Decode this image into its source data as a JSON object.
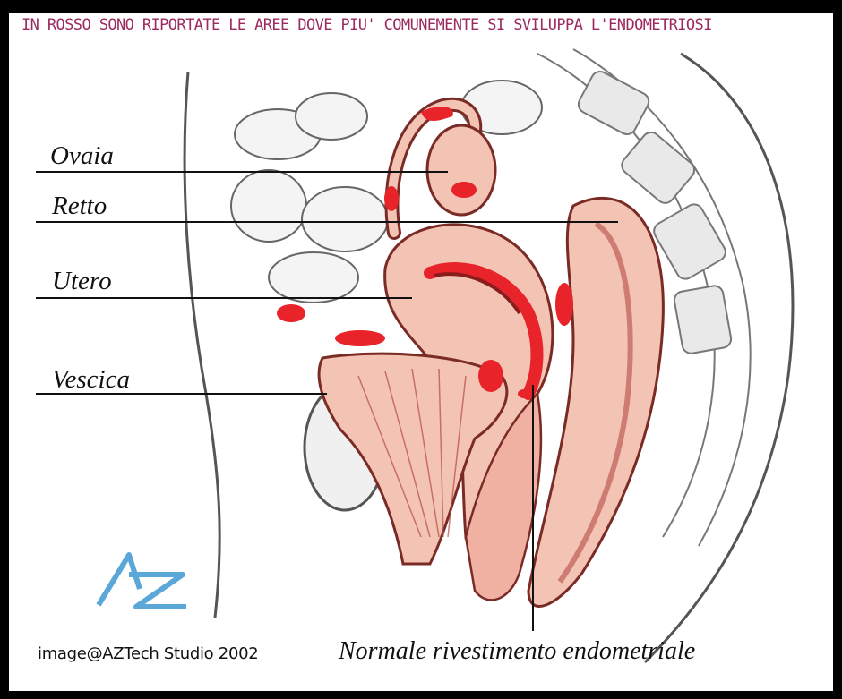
{
  "header": {
    "title": "IN ROSSO SONO RIPORTATE LE AREE DOVE PIU' COMUNEMENTE SI SVILUPPA L'ENDOMETRIOSI"
  },
  "labels": {
    "ovaia": "Ovaia",
    "retto": "Retto",
    "utero": "Utero",
    "vescica": "Vescica",
    "endometrio": "Normale rivestimento endometriale"
  },
  "credit": "image@AZTech Studio 2002",
  "logo": {
    "text": "AZ",
    "color": "#5aa7d8"
  },
  "colors": {
    "title": "#9c2a5e",
    "endometriosis": "#e8232a",
    "tissue": "#f3c3b4",
    "tissue_dark": "#b54b46",
    "background": "#000000"
  }
}
